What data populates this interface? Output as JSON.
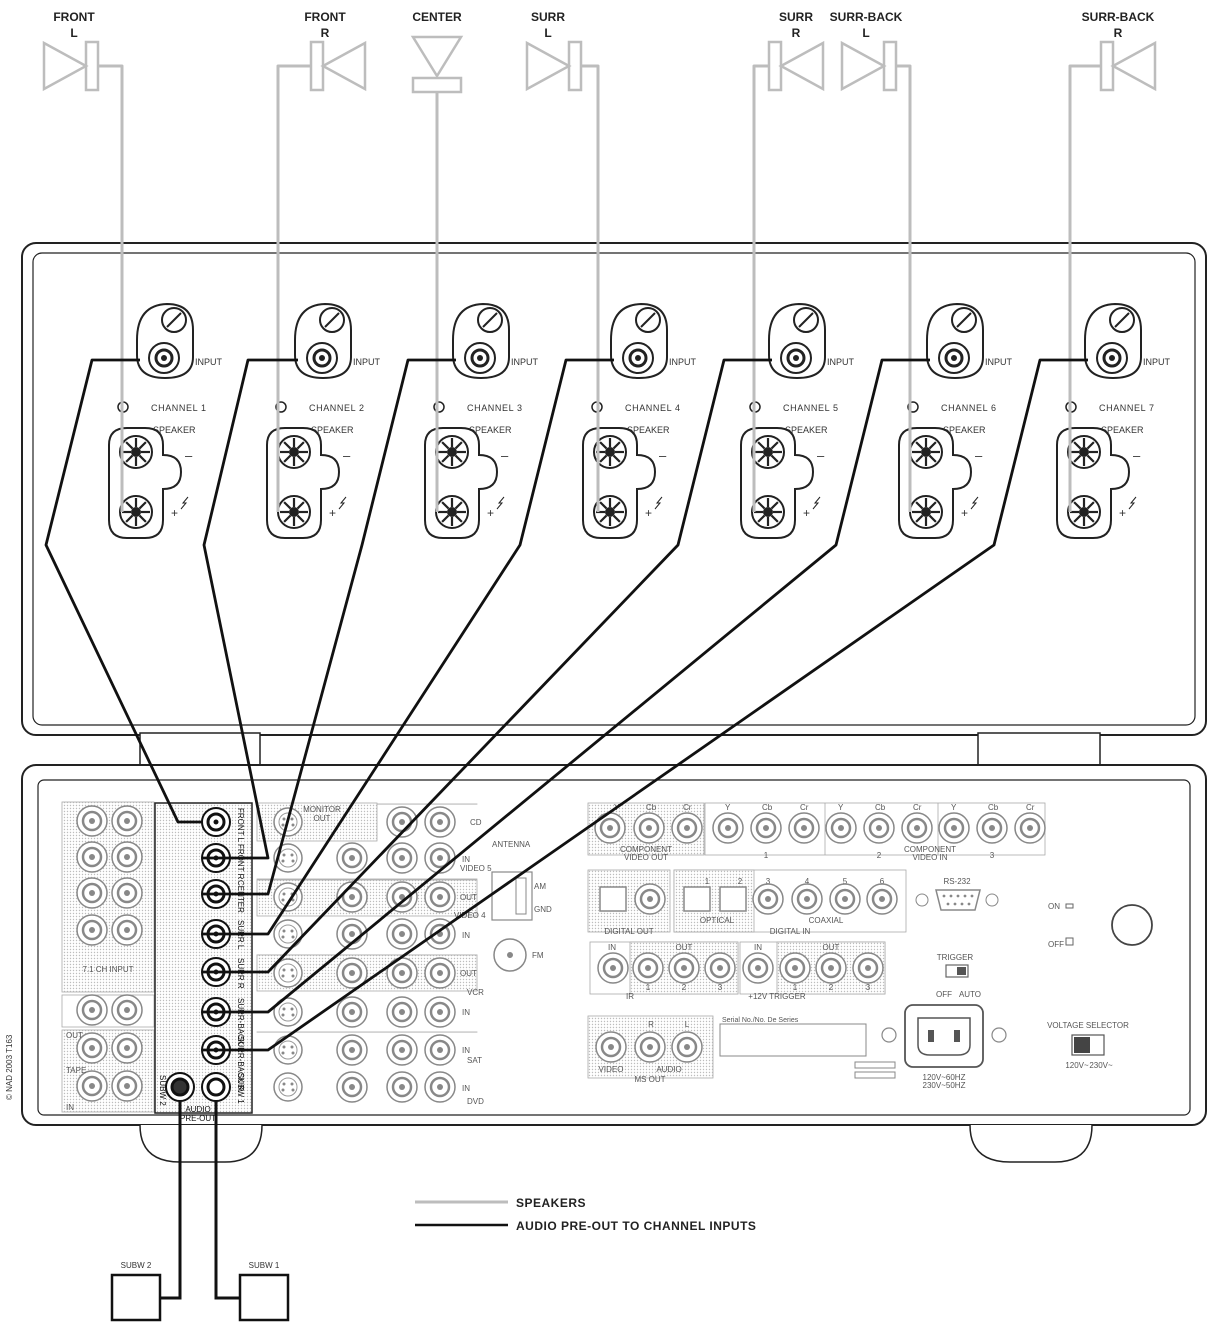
{
  "speakers": [
    {
      "line1": "FRONT",
      "line2": "L"
    },
    {
      "line1": "FRONT",
      "line2": "R"
    },
    {
      "line1": "CENTER",
      "line2": ""
    },
    {
      "line1": "SURR",
      "line2": "L"
    },
    {
      "line1": "SURR",
      "line2": "R"
    },
    {
      "line1": "SURR-BACK",
      "line2": "L"
    },
    {
      "line1": "SURR-BACK",
      "line2": "R"
    }
  ],
  "amplifier": {
    "input_label": "INPUT",
    "speaker_label": "SPEAKER",
    "minus_sign": "–",
    "plus_sign": "+",
    "channels": [
      "CHANNEL 1",
      "CHANNEL 2",
      "CHANNEL 3",
      "CHANNEL 4",
      "CHANNEL 5",
      "CHANNEL 6",
      "CHANNEL 7"
    ]
  },
  "receiver": {
    "preout_jacks": [
      "FRONT L",
      "FRONT R",
      "CENTER",
      "SURR L",
      "SURR R",
      "SURR-BACK L",
      "SURR-BACK R"
    ],
    "subw1": "SUBW 1",
    "subw2": "SUBW 2",
    "audio_preout_line1": "AUDIO",
    "audio_preout_line2": "PRE-OUT",
    "ch71_input": "7.1 CH INPUT",
    "tape": "TAPE",
    "out": "OUT",
    "in": "IN",
    "monitor_out_line1": "MONITOR",
    "monitor_out_line2": "OUT",
    "source_labels": [
      "CD",
      "VIDEO 5",
      "VIDEO 4",
      "VCR",
      "SAT",
      "DVD"
    ],
    "antenna": "ANTENNA",
    "am": "AM",
    "gnd": "GND",
    "fm": "FM",
    "component_video_out_line1": "COMPONENT",
    "component_video_out_line2": "VIDEO OUT",
    "component_video_in_line1": "COMPONENT",
    "component_video_in_line2": "VIDEO IN",
    "y": "Y",
    "cb": "Cb",
    "cr": "Cr",
    "digital_out": "DIGITAL OUT",
    "digital_in": "DIGITAL IN",
    "optical": "OPTICAL",
    "coaxial": "COAXIAL",
    "digital_in_numbers": [
      "1",
      "2",
      "3",
      "4",
      "5",
      "6"
    ],
    "numbers_123": [
      "1",
      "2",
      "3"
    ],
    "rs232": "RS-232",
    "ir": "IR",
    "trigger_12v": "+12V TRIGGER",
    "trigger": "TRIGGER",
    "trigger_off": "OFF",
    "trigger_auto": "AUTO",
    "on": "ON",
    "off": "OFF",
    "serial": "Serial No./No. De Series",
    "video": "VIDEO",
    "audio": "AUDIO",
    "ms_out": "MS OUT",
    "r": "R",
    "l": "L",
    "power_rating_1": "120V~60HZ",
    "power_rating_2": "230V~50HZ",
    "voltage_selector": "VOLTAGE SELECTOR",
    "volt_120": "120V~",
    "volt_230": "230V~"
  },
  "subwoofers": [
    "SUBW 2",
    "SUBW 1"
  ],
  "legend": {
    "speakers": "SPEAKERS",
    "preout": "AUDIO PRE-OUT TO CHANNEL INPUTS"
  },
  "copyright": "© NAD 2003  T163",
  "colors": {
    "speaker_wire": "#bdbdbd",
    "preout_wire": "#111111",
    "chassis": "#222222",
    "dots": "#cfcfcf"
  }
}
